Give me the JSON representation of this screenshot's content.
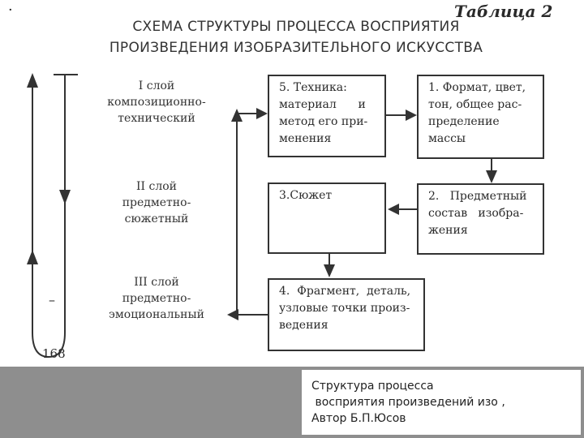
{
  "table_label": "Таблица 2",
  "title_line1": "СХЕМА СТРУКТУРЫ ПРОЦЕССА ВОСПРИЯТИЯ",
  "title_line2": "ПРОИЗВЕДЕНИЯ ИЗОБРАЗИТЕЛЬНОГО ИСКУССТВА",
  "layers": [
    {
      "lines": [
        "I слой",
        "композиционно-",
        "технический"
      ]
    },
    {
      "lines": [
        "II слой",
        "предметно-",
        "сюжетный"
      ]
    },
    {
      "lines": [
        "III слой",
        "предметно-",
        "эмоциональный"
      ]
    }
  ],
  "boxes": {
    "technique": [
      "5. Техника:",
      "материал      и",
      "метод его при-",
      "менения"
    ],
    "format": [
      "1. Формат, цвет,",
      "тон, общее рас-",
      "пределение",
      "массы"
    ],
    "plot": [
      "3.Сюжет"
    ],
    "subject": [
      "2.   Предметный",
      "состав   изобра-",
      "жения"
    ],
    "fragment": [
      "4.  Фрагмент,  деталь,",
      "узловые точки произ-",
      "ведения"
    ]
  },
  "page_number": "168",
  "caption": {
    "line1": "Структура процесса",
    "line2": " восприятия произведений изо ,",
    "line3": "Автор Б.П.Юсов"
  }
}
